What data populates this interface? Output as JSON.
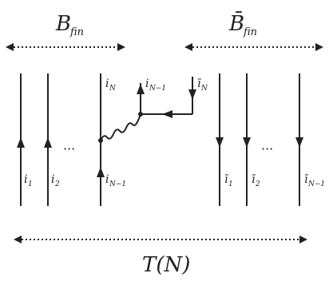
{
  "labels": {
    "b_fin": "B",
    "b_fin_sub": "fin",
    "b_fin_bar": "B̄",
    "b_fin_bar_sub": "fin",
    "t_n": "T(N)",
    "i1": "i",
    "i1_sub": "1",
    "i2": "i",
    "i2_sub": "2",
    "iN": "i",
    "iN_sub": "N",
    "iN_minus_1_bottom": "i",
    "iN_minus_1_bottom_sub": "N−1",
    "iN_minus_1_top": "i",
    "iN_minus_1_top_sub": "N−1",
    "ibar_N": "ī",
    "ibar_N_sub": "N",
    "ibar_1": "ī",
    "ibar_1_sub": "1",
    "ibar_2": "ī",
    "ibar_2_sub": "2",
    "ibar_N_minus_1": "ī",
    "ibar_N_minus_1_sub": "N−1",
    "ellipsis_left": "···",
    "ellipsis_right": "···"
  }
}
